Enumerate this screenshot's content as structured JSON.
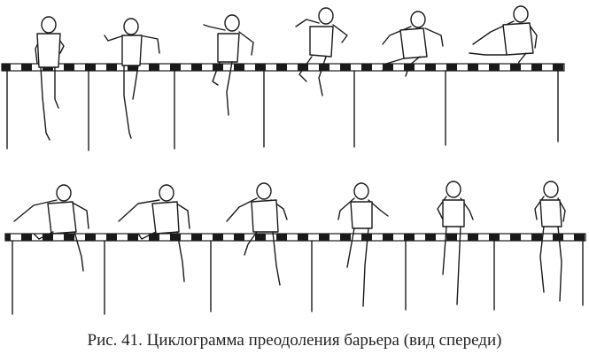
{
  "caption": "Рис. 41. Циклограмма преодоления барьера (вид спереди)",
  "rows": [
    {
      "name": "top-row",
      "frames": 6
    },
    {
      "name": "bottom-row",
      "frames": 6
    }
  ]
}
